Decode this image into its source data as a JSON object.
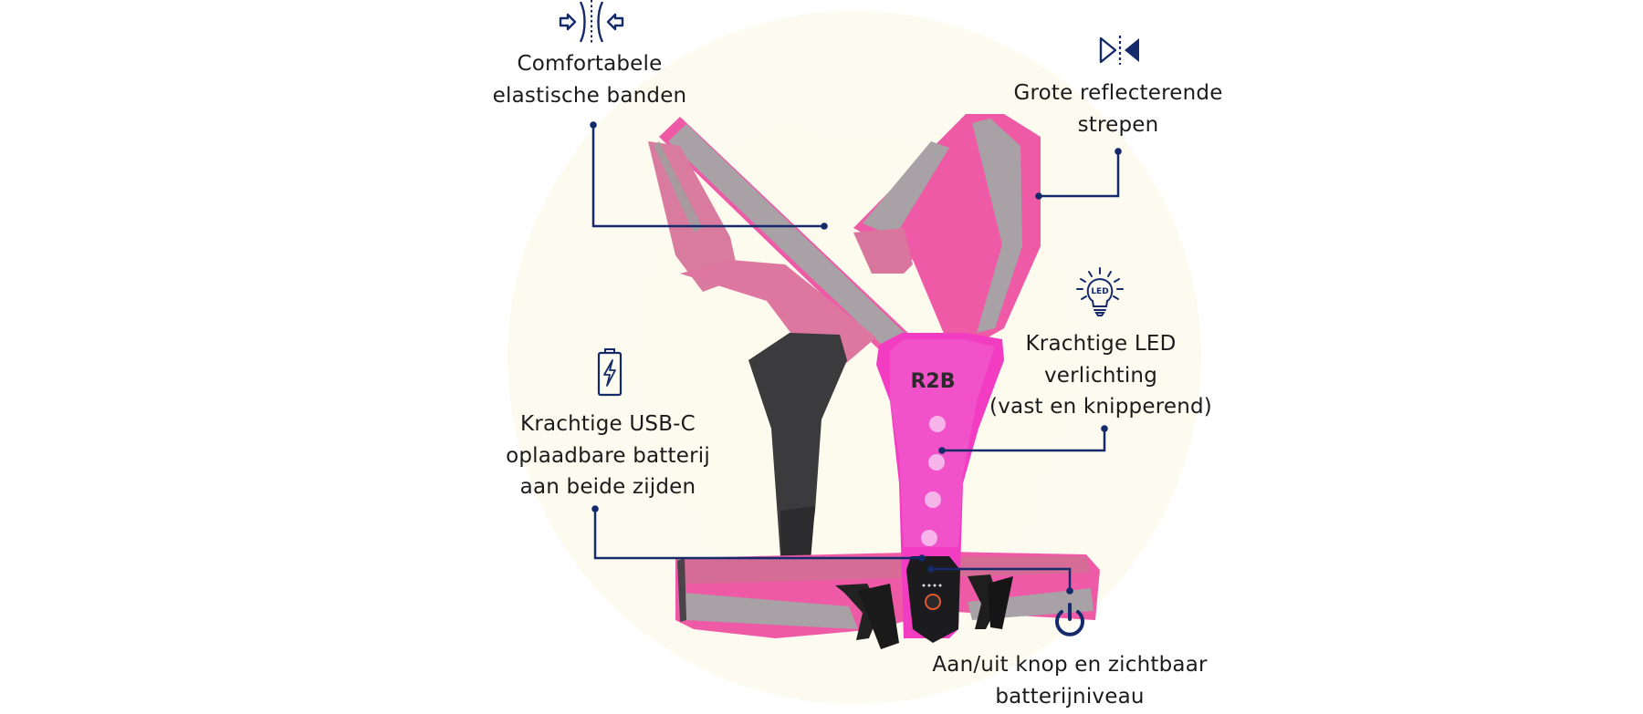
{
  "product": {
    "brand_mark": "R2B",
    "colors": {
      "accent_navy": "#142a6b",
      "strap_pink": "#ee5aa3",
      "panel_magenta": "#f23dc3",
      "reflective_grey": "#a9a2a6",
      "background_cream": "#fdfaee"
    }
  },
  "features": [
    {
      "id": "elastic-bands",
      "icon": "stretch-arrows-icon",
      "lines": [
        "Comfortabele",
        "elastische banden"
      ]
    },
    {
      "id": "reflective-stripes",
      "icon": "reflection-mirror-icon",
      "lines": [
        "Grote reflecterende",
        "strepen"
      ]
    },
    {
      "id": "led-lighting",
      "icon": "led-bulb-icon",
      "icon_text": "LED",
      "lines": [
        "Krachtige LED",
        "verlichting",
        "(vast en knipperend)"
      ]
    },
    {
      "id": "usb-c-battery",
      "icon": "battery-charging-icon",
      "lines": [
        "Krachtige USB-C",
        "oplaadbare batterij",
        "aan beide zijden"
      ]
    },
    {
      "id": "power-button",
      "icon": "power-icon",
      "lines": [
        "Aan/uit knop en zichtbaar",
        "batterijniveau"
      ]
    }
  ]
}
